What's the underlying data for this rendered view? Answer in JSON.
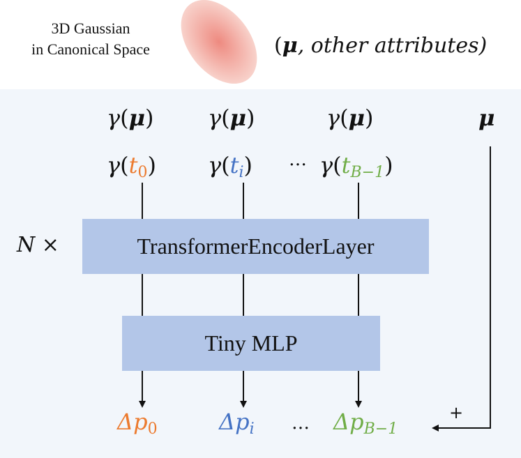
{
  "header": {
    "caption_line1": "3D Gaussian",
    "caption_line2": "in Canonical Space",
    "attributes_open": "(",
    "attributes_mu": "μ",
    "attributes_rest": ", other attributes)"
  },
  "inputs": {
    "gamma": "γ",
    "mu": "μ",
    "open": "(",
    "close": ")",
    "t": "t",
    "sub0": "0",
    "subi": "i",
    "subB": "B−1",
    "dots": "…"
  },
  "skip": {
    "mu": "μ",
    "plus": "+"
  },
  "layers": {
    "repeat": "N ×",
    "encoder": "TransformerEncoderLayer",
    "mlp": "Tiny MLP"
  },
  "outputs": {
    "delta": "Δp",
    "sub0": "0",
    "subi": "i",
    "subB": "B−1",
    "dots": "…"
  },
  "colors": {
    "orange": "#ec7a2e",
    "blue": "#4472c4",
    "green": "#70ad47",
    "box": "#b3c6e8",
    "panel": "#f2f6fb"
  }
}
